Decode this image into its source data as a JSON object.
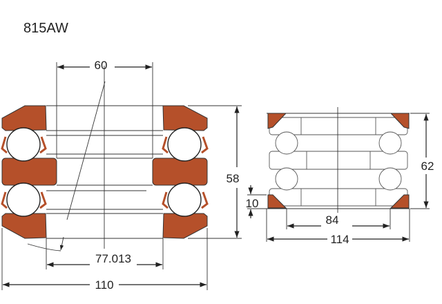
{
  "model": "815AW",
  "dimensions": {
    "d": "60",
    "H": "58",
    "d1": "77.013",
    "D": "110",
    "H_full": "62",
    "D_inner": "84",
    "D_full": "114",
    "T": "10"
  },
  "colors": {
    "washer": "#b5502a",
    "line": "#222222"
  }
}
